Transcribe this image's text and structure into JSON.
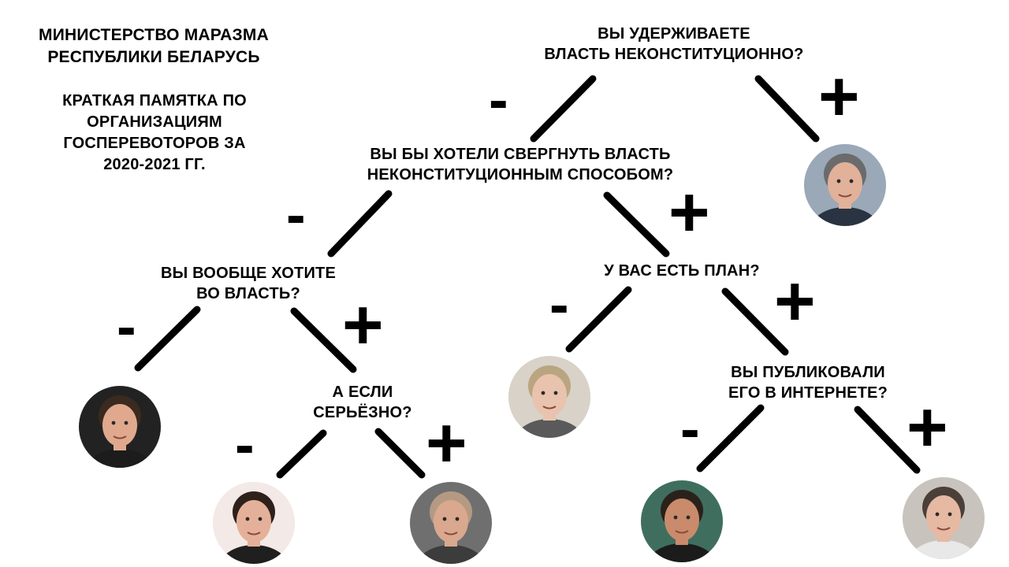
{
  "header": {
    "ministry": "МИНИСТЕРСТВО МАРАЗМА\nРЕСПУБЛИКИ БЕЛАРУСЬ",
    "memo": "КРАТКАЯ ПАМЯТКА ПО\nОРГАНИЗАЦИЯМ\nГОСПЕРЕВОТОРОВ ЗА\n2020-2021 ГГ."
  },
  "questions": {
    "q1": "ВЫ УДЕРЖИВАЕТЕ\nВЛАСТЬ НЕКОНСТИТУЦИОННО?",
    "q2": "ВЫ БЫ ХОТЕЛИ СВЕРГНУТЬ ВЛАСТЬ\nНЕКОНСТИТУЦИОННЫМ СПОСОБОМ?",
    "q3": "ВЫ ВООБЩЕ ХОТИТЕ\nВО ВЛАСТЬ?",
    "q4": "А ЕСЛИ\nСЕРЬЁЗНО?",
    "q5": "У ВАС ЕСТЬ ПЛАН?",
    "q6": "ВЫ ПУБЛИКОВАЛИ\nЕГО В ИНТЕРНЕТЕ?"
  },
  "signs": {
    "minus": "-",
    "plus": "+"
  },
  "portraits": [
    {
      "id": "p1",
      "bg": "#c9c3be",
      "hair": "#4a4039",
      "skin": "#e6b9a2",
      "shirt": "#e8e8e8"
    },
    {
      "id": "p2",
      "bg": "#222222",
      "hair": "#3b2a20",
      "skin": "#e0a98e",
      "shirt": "#1c1c1c"
    },
    {
      "id": "p3",
      "bg": "#f3e9e6",
      "hair": "#2e211b",
      "skin": "#e5b099",
      "shirt": "#1f1f1f"
    },
    {
      "id": "p4",
      "bg": "#9aa8b8",
      "hair": "#6b6b6b",
      "skin": "#e1b19a",
      "shirt": "#2a3342"
    },
    {
      "id": "p5",
      "bg": "#d8d2c8",
      "hair": "#b9a580",
      "skin": "#e9c3ad",
      "shirt": "#5a5a5a"
    },
    {
      "id": "p6",
      "bg": "#3f6e5f",
      "hair": "#2b211b",
      "skin": "#c98b6c",
      "shirt": "#1b1b1b"
    },
    {
      "id": "p7",
      "bg": "#6f6f70",
      "hair": "#b49a82",
      "skin": "#d9a88e",
      "shirt": "#3c3c3c"
    }
  ]
}
